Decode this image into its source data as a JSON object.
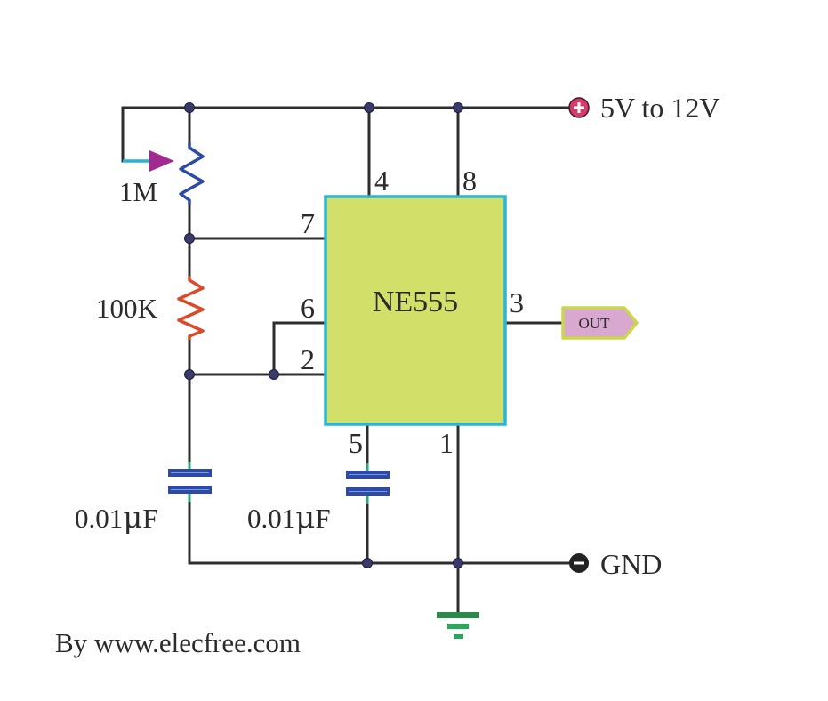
{
  "chip": {
    "name": "NE555"
  },
  "pins": {
    "p1": "1",
    "p2": "2",
    "p3": "3",
    "p4": "4",
    "p5": "5",
    "p6": "6",
    "p7": "7",
    "p8": "8"
  },
  "supply": {
    "positive_label": "5V to 12V",
    "negative_label": "GND"
  },
  "components": {
    "potentiometer": "1M",
    "resistor": "100K",
    "timing_capacitor": {
      "value": "0.01",
      "unit": "F",
      "prefix": "μ"
    },
    "control_capacitor": {
      "value": "0.01",
      "unit": "F",
      "prefix": "μ"
    }
  },
  "output": {
    "label": "OUT"
  },
  "credit": "By www.elecfree.com",
  "colors": {
    "chip_fill": "#d2e06a",
    "chip_border": "#29b6d6",
    "potentiometer": "#2e4aa8",
    "wiper": "#a02a90",
    "wiper_lead": "#2ab0d0",
    "resistor": "#d84a2a",
    "capacitor": "#2e4aa8",
    "capacitor_lead": "#2aa870",
    "output_fill": "#d8a8d0",
    "output_border": "#c8d84a",
    "ground": "#2a8a4a",
    "supply_plus": "#d83a6a",
    "supply_minus": "#222222"
  }
}
